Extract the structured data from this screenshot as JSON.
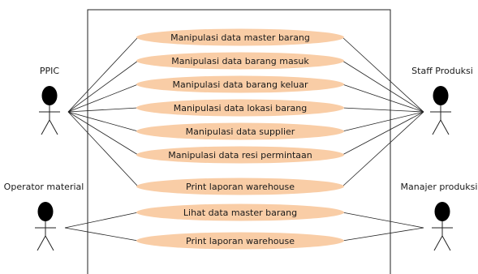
{
  "colors": {
    "usecase_fill": "#f9cda6",
    "line": "#222222",
    "actor_head": "#000000",
    "background": "#ffffff"
  },
  "actors": [
    {
      "id": "ppic",
      "name": "PPIC"
    },
    {
      "id": "operator-material",
      "name": "Operator material"
    },
    {
      "id": "staff-produksi",
      "name": "Staff Produksi"
    },
    {
      "id": "manajer-produksi",
      "name": "Manajer produksi"
    }
  ],
  "use_cases": [
    {
      "id": "uc1",
      "label": "Manipulasi data master barang"
    },
    {
      "id": "uc2",
      "label": "Manipulasi data barang masuk"
    },
    {
      "id": "uc3",
      "label": "Manipulasi data barang keluar"
    },
    {
      "id": "uc4",
      "label": "Manipulasi data lokasi barang"
    },
    {
      "id": "uc5",
      "label": "Manipulasi data supplier"
    },
    {
      "id": "uc6",
      "label": "Manipulasi data resi permintaan"
    },
    {
      "id": "uc7",
      "label": "Print laporan warehouse"
    },
    {
      "id": "uc8",
      "label": "Lihat data master barang"
    },
    {
      "id": "uc9",
      "label": "Print laporan warehouse"
    }
  ],
  "associations": [
    [
      "ppic",
      "uc1"
    ],
    [
      "ppic",
      "uc2"
    ],
    [
      "ppic",
      "uc3"
    ],
    [
      "ppic",
      "uc4"
    ],
    [
      "ppic",
      "uc5"
    ],
    [
      "ppic",
      "uc6"
    ],
    [
      "ppic",
      "uc7"
    ],
    [
      "staff-produksi",
      "uc1"
    ],
    [
      "staff-produksi",
      "uc2"
    ],
    [
      "staff-produksi",
      "uc3"
    ],
    [
      "staff-produksi",
      "uc4"
    ],
    [
      "staff-produksi",
      "uc5"
    ],
    [
      "staff-produksi",
      "uc6"
    ],
    [
      "staff-produksi",
      "uc7"
    ],
    [
      "operator-material",
      "uc8"
    ],
    [
      "operator-material",
      "uc9"
    ],
    [
      "manajer-produksi",
      "uc8"
    ],
    [
      "manajer-produksi",
      "uc9"
    ]
  ]
}
